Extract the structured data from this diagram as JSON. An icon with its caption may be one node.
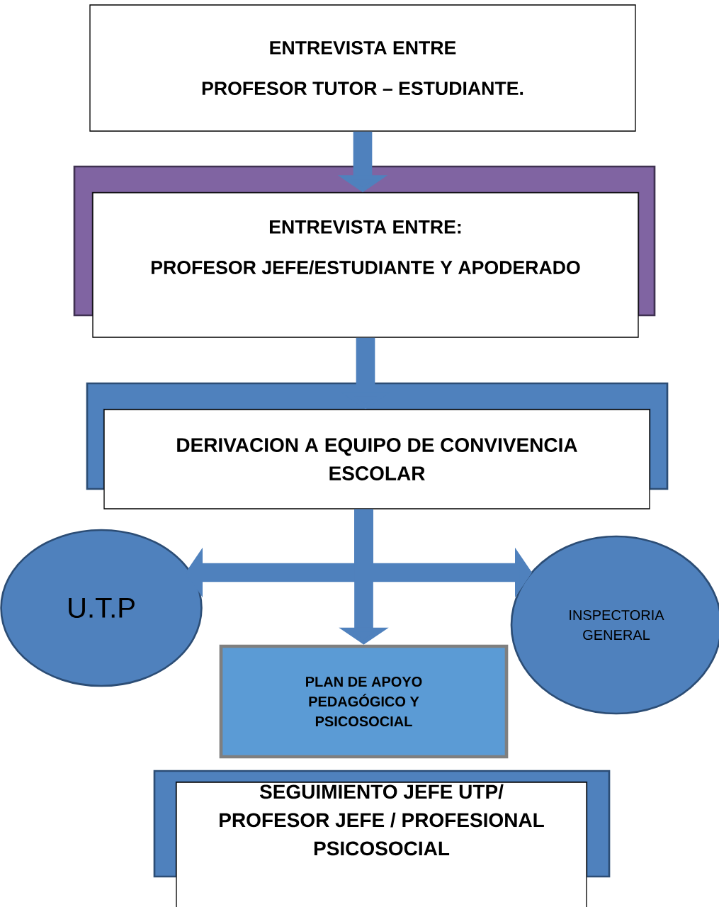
{
  "diagram": {
    "nodes": [
      {
        "text": [
          "ENTREVISTA ENTRE",
          "PROFESOR TUTOR – ESTUDIANTE."
        ]
      },
      {
        "text": [
          "ENTREVISTA ENTRE:",
          "PROFESOR JEFE/ESTUDIANTE Y APODERADO"
        ]
      },
      {
        "text": [
          "DERIVACION A EQUIPO DE CONVIVENCIA ESCOLAR"
        ]
      },
      {
        "text": [
          "U.T.P"
        ]
      },
      {
        "text": [
          "PLAN DE APOYO PEDAGÓGICO Y PSICOSOCIAL"
        ]
      },
      {
        "text": [
          "INSPECTORIA GENERAL"
        ]
      },
      {
        "text": [
          "SEGUIMIENTO JEFE UTP/ PROFESOR JEFE / PROFESIONAL PSICOSOCIAL"
        ]
      }
    ],
    "edges": [
      {
        "from": 0,
        "to": 1,
        "arrow": "to"
      },
      {
        "from": 1,
        "to": 2,
        "arrow": "to"
      },
      {
        "from": 2,
        "to": 4,
        "arrow": "to"
      },
      {
        "from": 2,
        "to": 3,
        "arrow": "to"
      },
      {
        "from": 2,
        "to": 5,
        "arrow": "to"
      }
    ]
  }
}
